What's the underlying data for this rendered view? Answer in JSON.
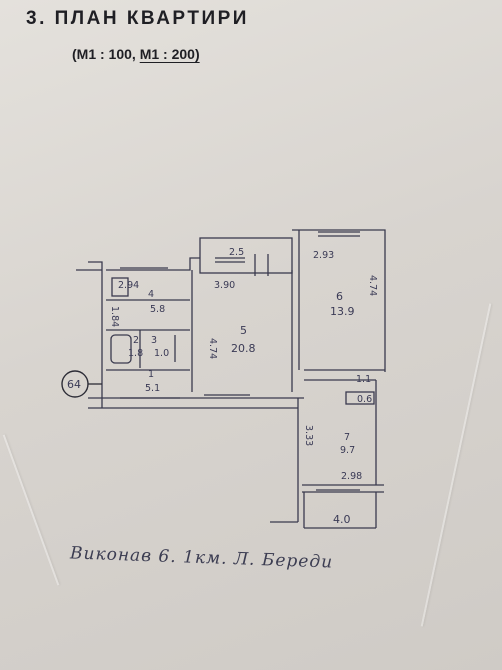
{
  "heading": {
    "title": "3. ПЛАН КВАРТИРИ",
    "scale_open": "(M1 : 100, ",
    "scale_underlined": "M1 : 200)"
  },
  "plan": {
    "marker": "64",
    "dims": {
      "top_wall": "2.5",
      "room4_width": "2.94",
      "room5_width": "3.90",
      "room5_length": "4.74",
      "room6_width": "2.93",
      "room6_length": "4.74",
      "room4_side": "1.84",
      "room7_length": "3.33",
      "room7_width": "2.98",
      "closet_a": "1.1",
      "closet_b": "0.6"
    },
    "rooms": [
      {
        "no": "1",
        "area": "5.1"
      },
      {
        "no": "2",
        "area": "1.8"
      },
      {
        "no": "3",
        "area": "1.0"
      },
      {
        "no": "4",
        "area": "5.8"
      },
      {
        "no": "5",
        "area": "20.8"
      },
      {
        "no": "6",
        "area": "13.9"
      },
      {
        "no": "7",
        "area": "9.7"
      }
    ],
    "balcony_area": "4.0"
  },
  "signature": "Виконав 6. 1км. Л. Береди"
}
